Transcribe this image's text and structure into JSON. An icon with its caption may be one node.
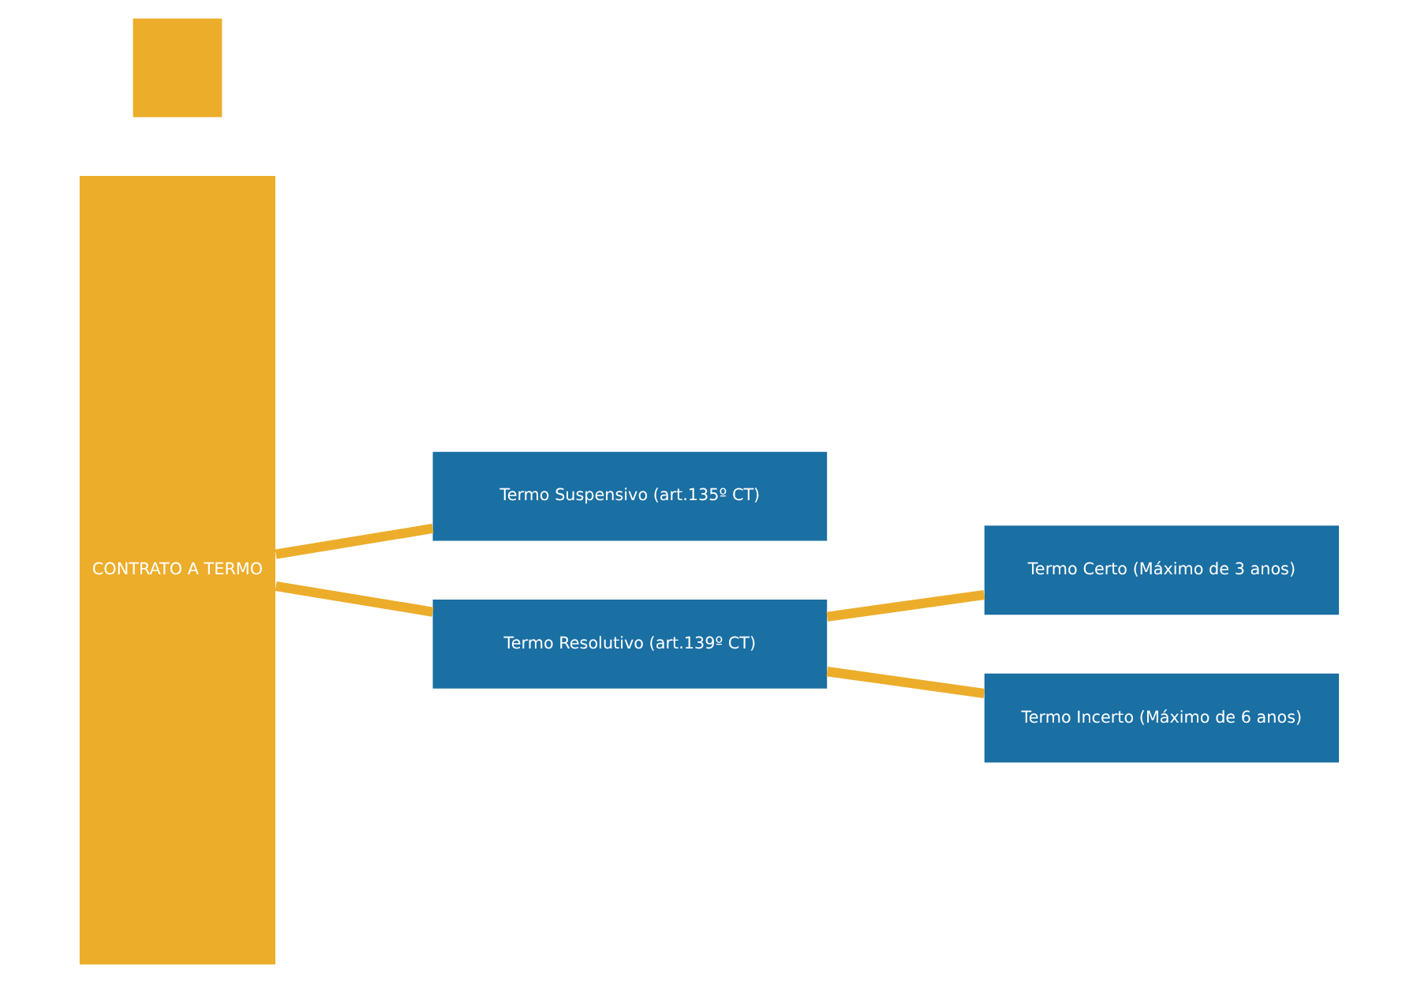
{
  "diagram": {
    "nodes": [
      {
        "text": [
          "CONTRATO A TERMO"
        ]
      },
      {
        "text": [
          "Termo Suspensivo (art.135º CT)"
        ]
      },
      {
        "text": [
          "Termo Resolutivo (art.139º CT)"
        ]
      },
      {
        "text": [
          "Termo Certo (Máximo de 3 anos)"
        ]
      },
      {
        "text": [
          "Termo Incerto (Máximo de 6 anos)"
        ]
      },
      {
        "text": [],
        "shape": "bar"
      }
    ],
    "edges": [
      {
        "from": 0,
        "to": 1,
        "arrow": "none"
      },
      {
        "from": 0,
        "to": 2,
        "arrow": "none"
      },
      {
        "from": 2,
        "to": 3,
        "arrow": "none"
      },
      {
        "from": 2,
        "to": 4,
        "arrow": "none"
      }
    ]
  }
}
